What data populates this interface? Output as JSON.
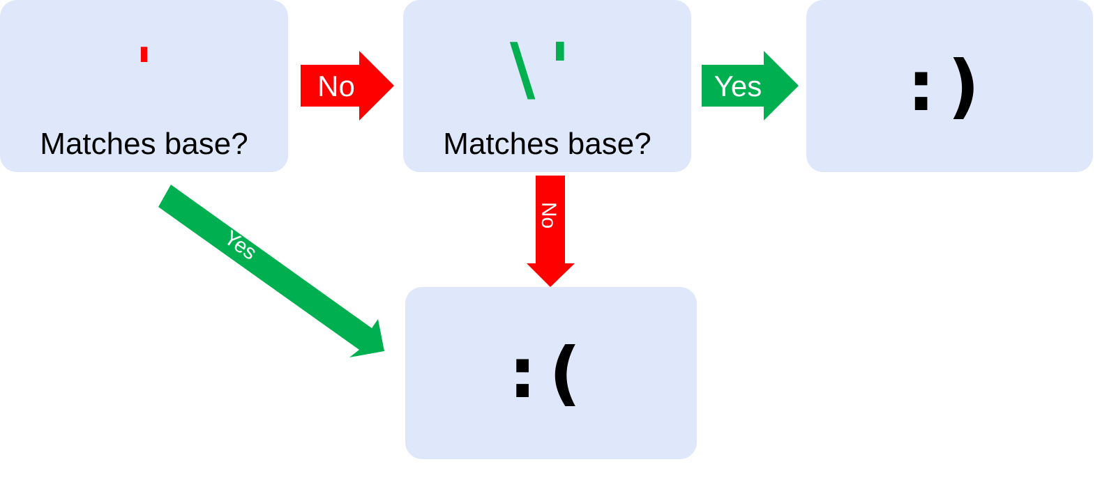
{
  "colors": {
    "box_fill": "#dfe8fa",
    "no_red": "#ff0000",
    "yes_green": "#00b050",
    "text": "#000000"
  },
  "box1": {
    "symbol": "'",
    "symbol_color": "#ff0000",
    "question": "Matches base?"
  },
  "box2": {
    "symbol": "\\'",
    "symbol_color": "#00b050",
    "question": "Matches base?"
  },
  "box3": {
    "face": ":)"
  },
  "box4": {
    "face": ":("
  },
  "arrows": {
    "box1_to_box2": {
      "label": "No",
      "color": "red-arrow"
    },
    "box2_to_box3": {
      "label": "Yes",
      "color": "green-arrow"
    },
    "box2_to_box4": {
      "label": "No",
      "color": "red-arrow"
    },
    "box1_to_box4": {
      "label": "Yes",
      "color": "green-arrow"
    }
  }
}
